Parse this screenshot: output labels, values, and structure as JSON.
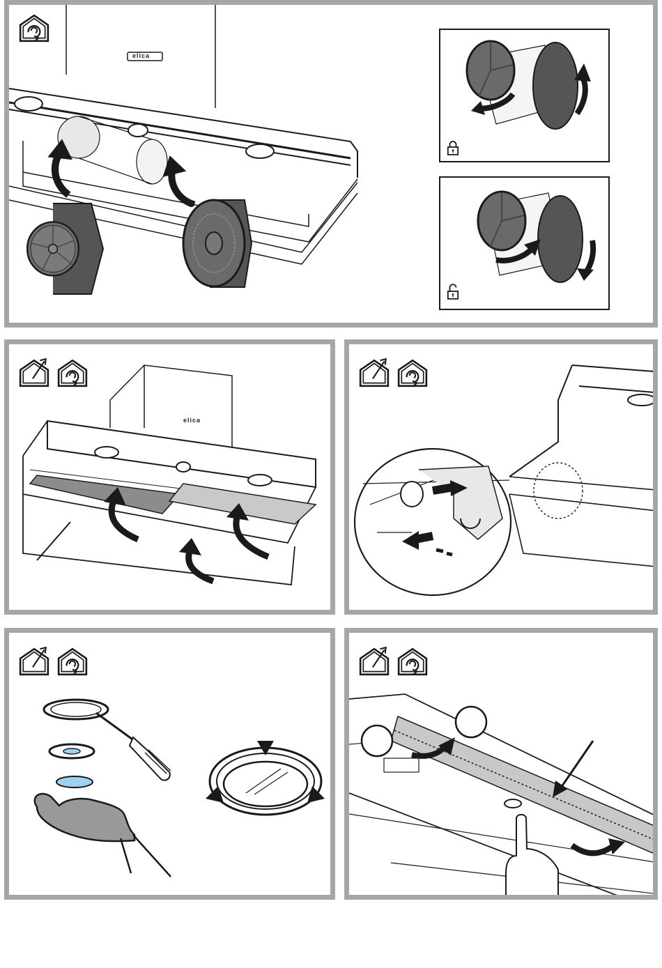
{
  "panels": [
    {
      "id": "p1",
      "icons": [
        "recirculation-icon"
      ],
      "brand": "elica",
      "sub_icons": [
        "lock-closed-icon",
        "lock-open-icon"
      ]
    },
    {
      "id": "p2",
      "icons": [
        "ducted-icon",
        "recirculation-icon"
      ],
      "brand": "elica"
    },
    {
      "id": "p3",
      "icons": [
        "ducted-icon",
        "recirculation-icon"
      ]
    },
    {
      "id": "p4",
      "icons": [
        "ducted-icon",
        "recirculation-icon"
      ]
    },
    {
      "id": "p5",
      "icons": [
        "ducted-icon",
        "recirculation-icon"
      ]
    }
  ],
  "brand_text": "elica",
  "colors": {
    "frame": "#a6a6a6",
    "line": "#1a1a1a",
    "filter": "#7a7a7a",
    "glass": "#9fd2f0"
  }
}
